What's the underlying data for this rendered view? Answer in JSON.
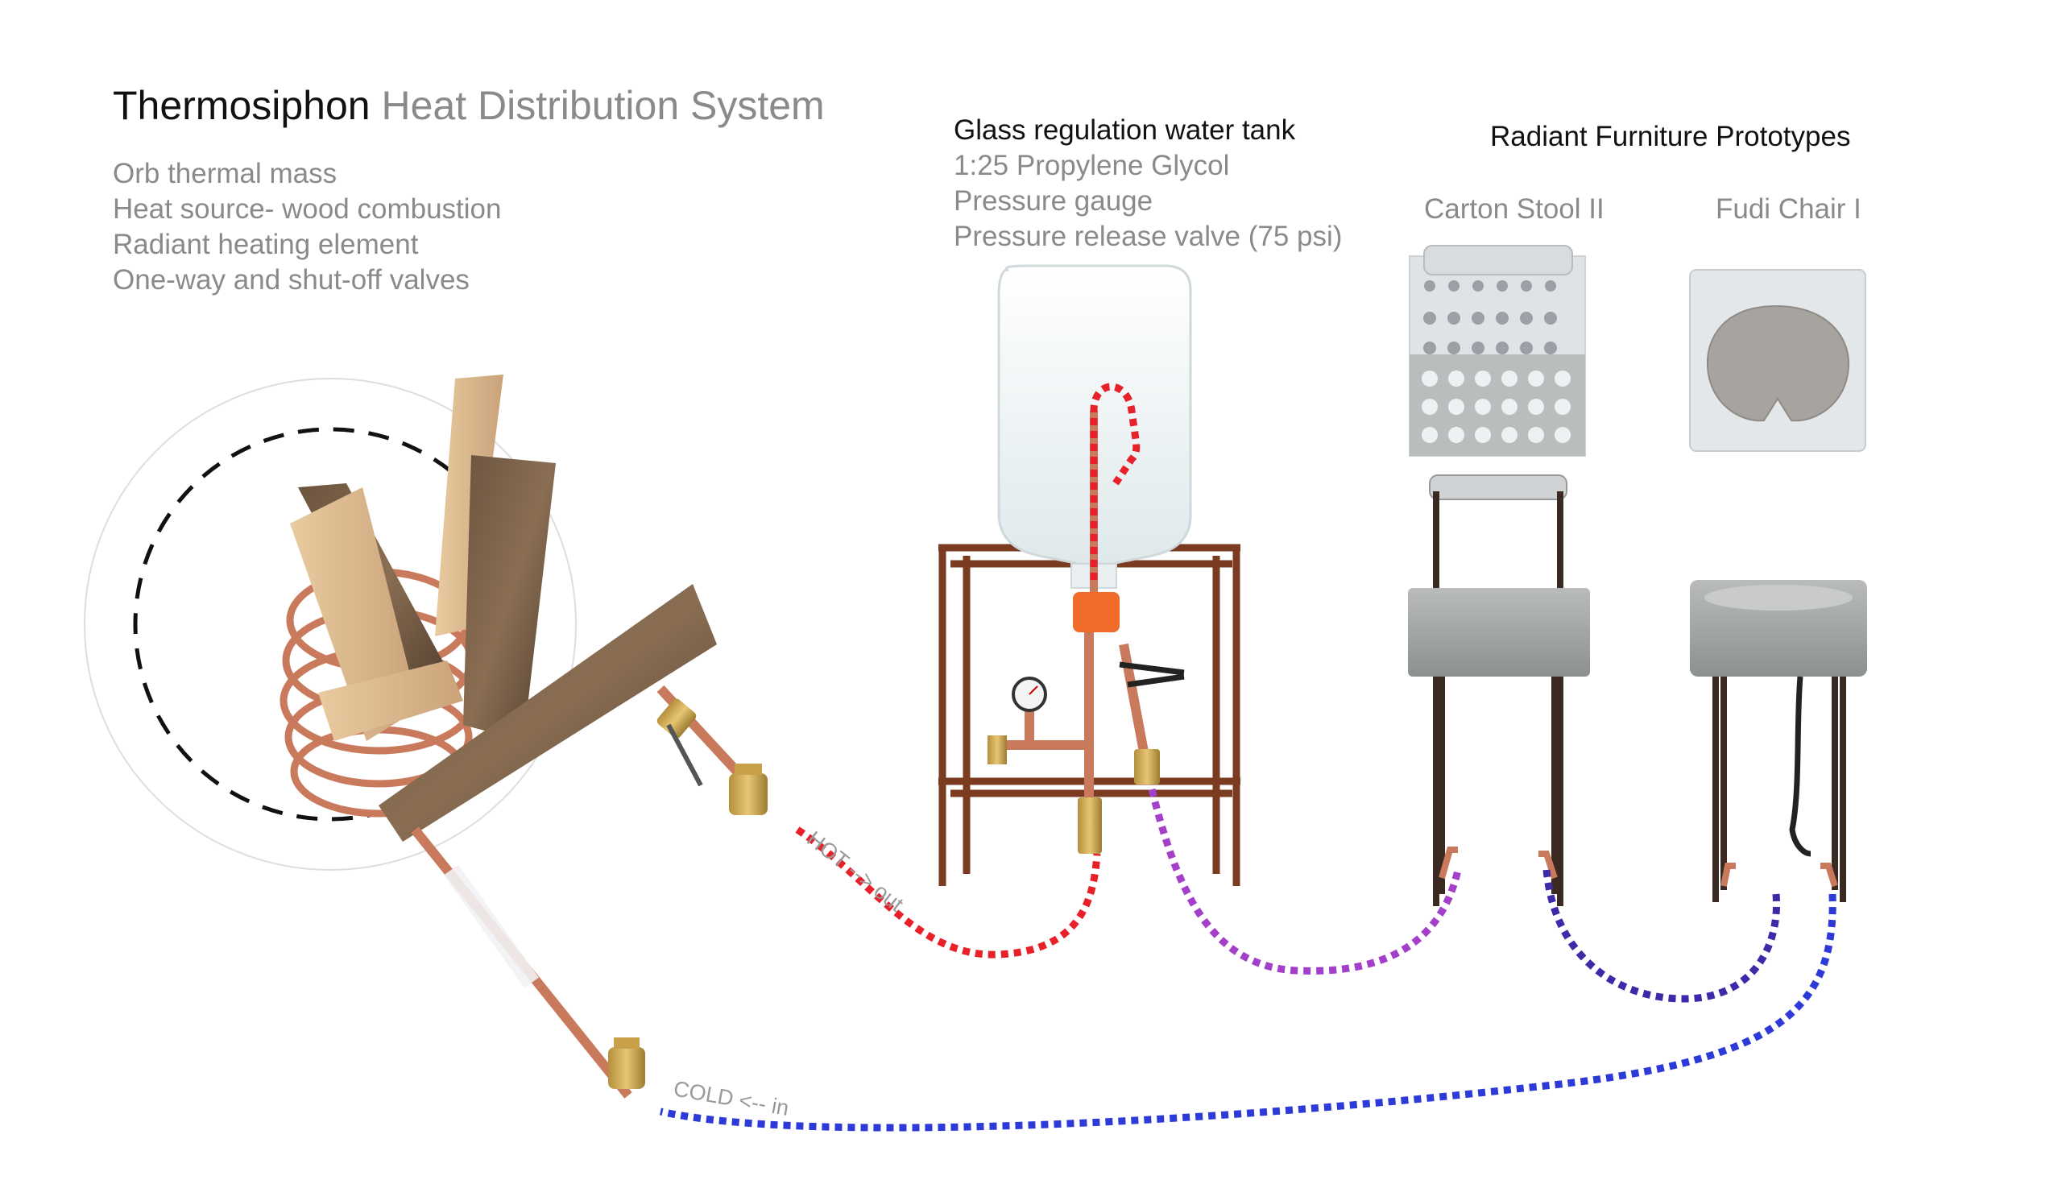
{
  "title": {
    "strong": "Thermosiphon",
    "light": "Heat Distribution System"
  },
  "features": [
    "Orb thermal mass",
    "Heat source- wood combustion",
    "Radiant heating element",
    "One-way and shut-off valves"
  ],
  "tank": {
    "title": "Glass regulation water tank",
    "specs": [
      "1:25 Propylene Glycol",
      "Pressure gauge",
      "Pressure release valve (75 psi)"
    ]
  },
  "furniture": {
    "title": "Radiant Furniture Prototypes",
    "stool": "Carton Stool II",
    "chair": "Fudi Chair I"
  },
  "flow": {
    "hot": "HOT --> out",
    "cold": "COLD <-- in"
  },
  "colors": {
    "hot": "#e8202a",
    "purple": "#a33fc8",
    "violet": "#3d2aa8",
    "cold": "#2d3ad8",
    "copper": "#c97a5c",
    "rust": "#7a3b20"
  }
}
